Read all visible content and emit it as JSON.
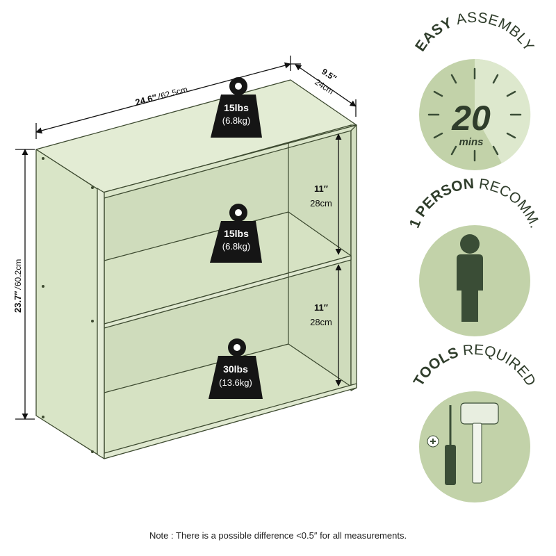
{
  "dimensions": {
    "width": {
      "imperial": "24.6″",
      "metric": "62.5cm"
    },
    "depth": {
      "imperial": "9.5″",
      "metric": "24cm"
    },
    "height": {
      "imperial": "23.7″",
      "metric": "60.2cm"
    },
    "shelf_gap_top": {
      "imperial": "11″",
      "metric": "28cm"
    },
    "shelf_gap_bottom": {
      "imperial": "11″",
      "metric": "28cm"
    }
  },
  "weights": {
    "top": {
      "lbs": "15lbs",
      "kg": "(6.8kg)"
    },
    "middle": {
      "lbs": "15lbs",
      "kg": "(6.8kg)"
    },
    "bottom": {
      "lbs": "30lbs",
      "kg": "(13.6kg)"
    }
  },
  "badges": {
    "assembly": {
      "bold": "EASY",
      "regular": "ASSEMBLY",
      "value": "20",
      "unit": "mins"
    },
    "person": {
      "bold": "1 PERSON",
      "regular": "RECOMM."
    },
    "tools": {
      "bold": "TOOLS",
      "regular": "REQUIRED"
    }
  },
  "note": "Note : There is a possible difference <0.5″ for all measurements.",
  "colors": {
    "cabinet": "#d9e5c7",
    "outline": "#3d4a30",
    "badge_fill": "#c2d2a9",
    "badge_light": "#dde8cd",
    "dark_green": "#3a4d36",
    "weight_black": "#151515"
  }
}
